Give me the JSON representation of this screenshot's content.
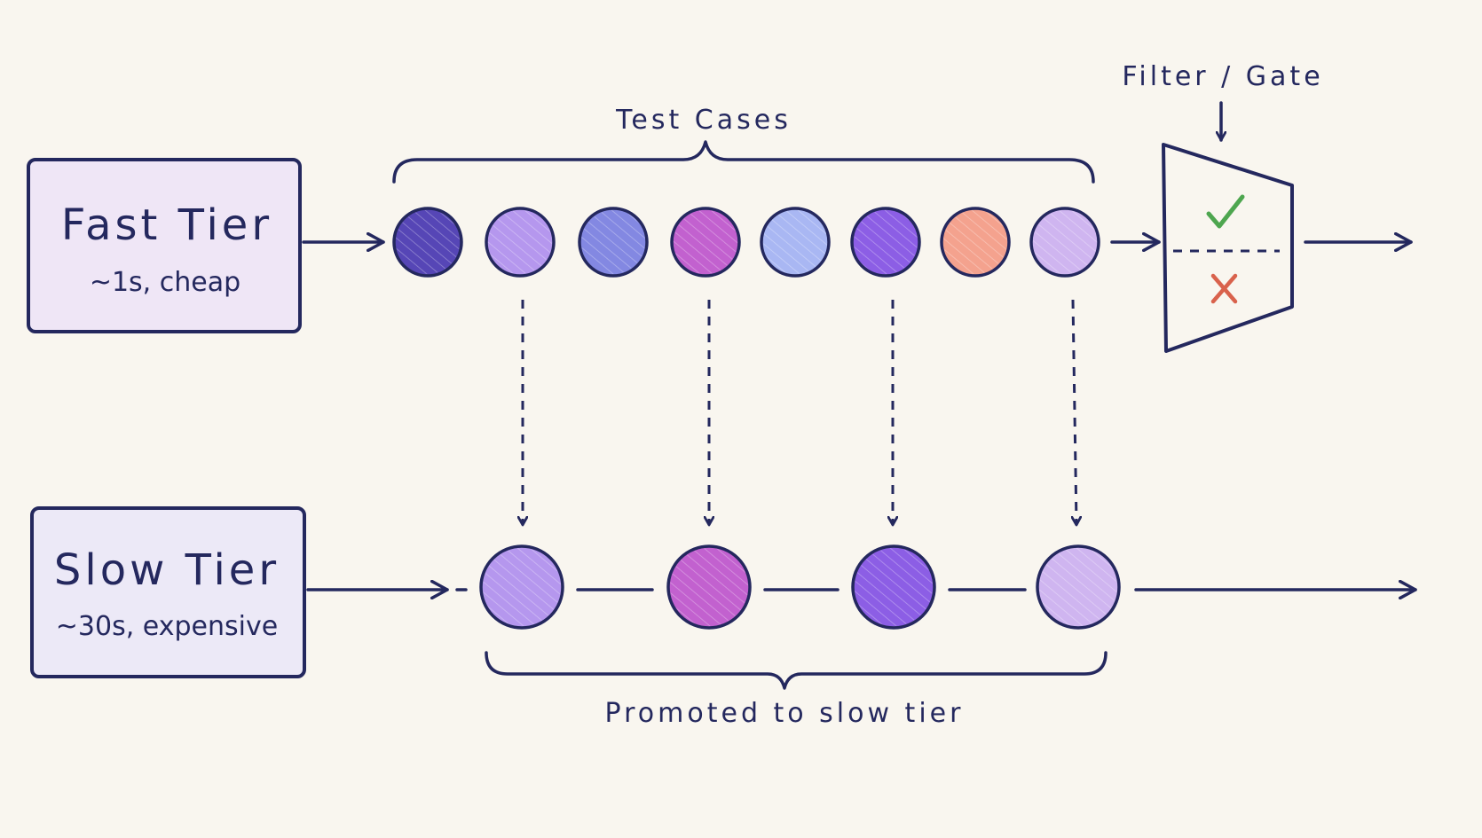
{
  "fast_tier": {
    "title": "Fast Tier",
    "subtitle": "~1s, cheap"
  },
  "slow_tier": {
    "title": "Slow Tier",
    "subtitle": "~30s, expensive"
  },
  "test_cases_label": "Test Cases",
  "promoted_label": "Promoted to slow tier",
  "filter_label": "Filter / Gate",
  "gate": {
    "pass_icon": "check-icon",
    "fail_icon": "x-icon"
  },
  "colors": {
    "ink": "#24285e",
    "background": "#f9f6ef",
    "fast_box_fill": "#efe6f6",
    "slow_box_fill": "#ece9f7",
    "pass": "#4ea64f",
    "fail": "#d9624c"
  },
  "test_cases": [
    {
      "color": "#5646b6",
      "promoted": false
    },
    {
      "color": "#b597ee",
      "promoted": true
    },
    {
      "color": "#8388e2",
      "promoted": false
    },
    {
      "color": "#c261cf",
      "promoted": true
    },
    {
      "color": "#a9b7f3",
      "promoted": false
    },
    {
      "color": "#8c5ee5",
      "promoted": true
    },
    {
      "color": "#f4a28e",
      "promoted": false
    },
    {
      "color": "#cfb5f0",
      "promoted": true
    }
  ],
  "promoted_cases": [
    {
      "color": "#b597ee"
    },
    {
      "color": "#c261cf"
    },
    {
      "color": "#8c5ee5"
    },
    {
      "color": "#cfb5f0"
    }
  ]
}
